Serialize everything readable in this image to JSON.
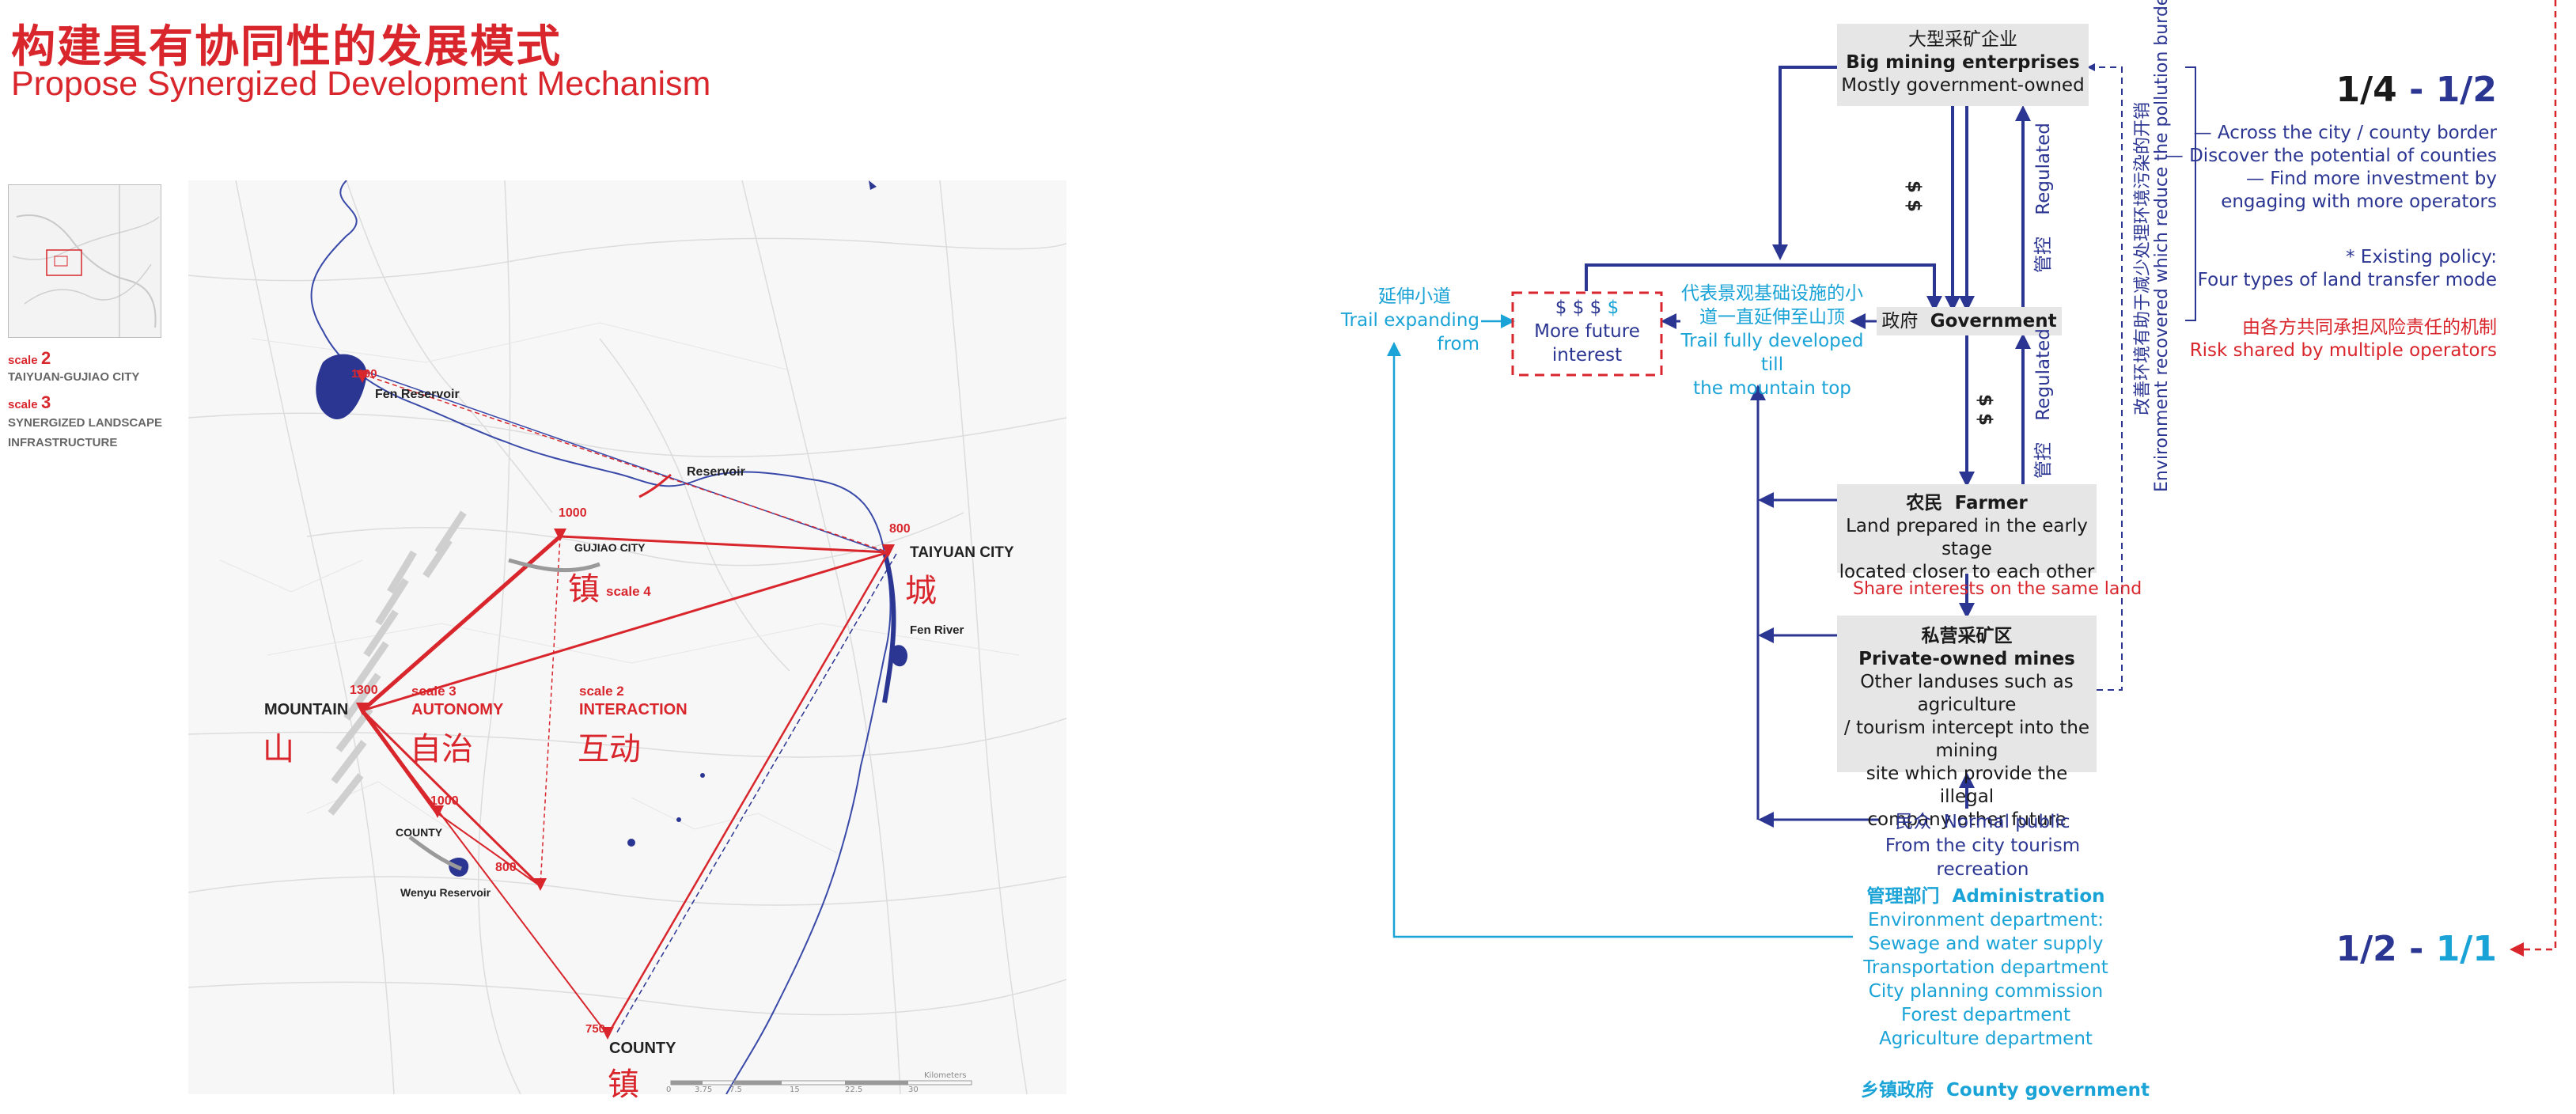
{
  "header": {
    "title_cn": "构建具有协同性的发展模式",
    "title_en": "Propose Synergized Development Mechanism"
  },
  "legend": {
    "scale2_word": "scale",
    "scale2_num": "2",
    "scale2_desc": "TAIYUAN-GUJIAO CITY",
    "scale3_word": "scale",
    "scale3_num": "3",
    "scale3_desc_1": "SYNERGIZED LANDSCAPE",
    "scale3_desc_2": "INFRASTRUCTURE"
  },
  "map": {
    "fen_reservoir": "Fen Reservoir",
    "elev_1190": "1190",
    "reservoir": "Reservoir",
    "elev_1000_top": "1000",
    "gujiao_city": "GUJIAO CITY",
    "zhen_top": "镇",
    "scale4": "scale 4",
    "elev_800_top": "800",
    "taiyuan_city": "TAIYUAN CITY",
    "cheng": "城",
    "fen_river": "Fen River",
    "mountain": "MOUNTAIN",
    "shan": "山",
    "elev_1300": "1300",
    "scale3": "scale 3",
    "autonomy": "AUTONOMY",
    "zizhi": "自治",
    "scale2": "scale 2",
    "interaction": "INTERACTION",
    "hudong": "互动",
    "elev_1000_bottom": "1000",
    "county_small": "COUNTY",
    "elev_800_bottom": "800",
    "wenyu_reservoir": "Wenyu Reservoir",
    "elev_750": "750",
    "county": "COUNTY",
    "zhen_bottom": "镇",
    "scalebar_ticks": [
      "0",
      "3.75",
      "7.5",
      "15",
      "22.5",
      "30"
    ],
    "scalebar_unit": "Kilometers"
  },
  "diagram": {
    "big_mining": {
      "cn": "大型采矿企业",
      "en": "Big mining enterprises",
      "sub": "Mostly government-owned"
    },
    "government": {
      "cn": "政府",
      "en": "Government"
    },
    "farmer": {
      "cn": "农民",
      "en": "Farmer",
      "line1": "Land prepared in the early stage",
      "line2": "located closer to each other"
    },
    "share_interests": "Share interests on the same land",
    "private_mines": {
      "cn": "私营采矿区",
      "en": "Private-owned mines",
      "line1": "Other landuses such as agriculture",
      "line2": "/ tourism intercept into the mining",
      "line3": "site which provide the illegal",
      "line4": "company other future"
    },
    "public": {
      "cn": "民众",
      "en": "Normal public",
      "sub": "From the city tourism recreation"
    },
    "administration": {
      "title_cn": "管理部门",
      "title_en": "Administration",
      "items": [
        "Environment department:",
        "Sewage and water supply",
        "Transportation department",
        "City planning commission",
        "Forest department",
        "Agriculture department"
      ]
    },
    "county_gov": {
      "cn": "乡镇政府",
      "en": "County government"
    },
    "future": {
      "dollars_navy": "$ $ $",
      "dollars_cyan": "$",
      "line1": "More future",
      "line2": "interest"
    },
    "trail_left": {
      "cn": "延伸小道",
      "en": "Trail expanding from"
    },
    "trail_mid": {
      "cn1": "代表景观基础设施的小",
      "cn2": "道一直延伸至山顶",
      "en1": "Trail fully developed till",
      "en2": "the mountain top"
    },
    "money_upper": "$ $",
    "money_lower": "$ $",
    "regulated_upper_en": "Regulated",
    "regulated_upper_cn": "管控",
    "regulated_lower_en": "Regulated",
    "regulated_lower_cn": "管控",
    "vertical_cn": "改善环境有助于减少处理环境污染的开销",
    "vertical_en": "Environment recovered which reduce the pollution burdens"
  },
  "right_panel": {
    "ratio_top": {
      "a": "1/4",
      "sep": " - ",
      "b": "1/2"
    },
    "bullets": [
      "— Across the city / county border",
      "— Discover the potential of counties",
      "— Find more investment by",
      "engaging with more operators"
    ],
    "policy_1": "* Existing policy:",
    "policy_2": "Four types of land transfer mode",
    "risk_cn": "由各方共同承担风险责任的机制",
    "risk_en": "Risk shared by multiple operators",
    "ratio_bottom": {
      "a": "1/2",
      "sep": " - ",
      "b": "1/1"
    }
  },
  "colors": {
    "red": "#d8262c",
    "navy": "#2b3592",
    "cyan": "#1aa3d6",
    "box_grey": "#e6e6e6"
  }
}
